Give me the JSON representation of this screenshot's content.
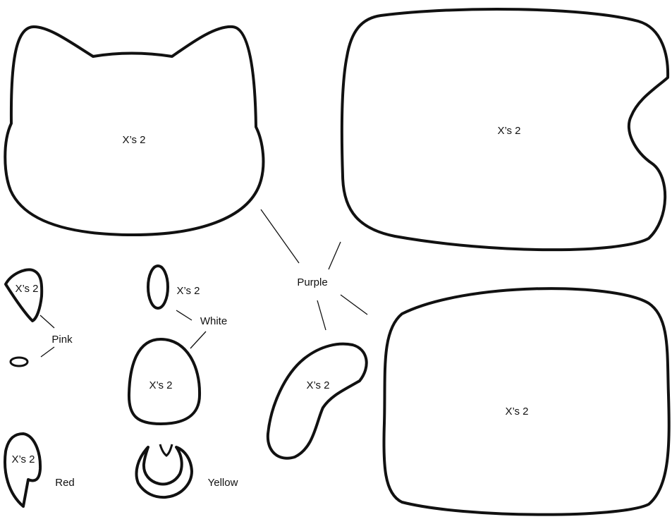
{
  "pieces": {
    "cat_head": "X’s 2",
    "big_body": "X’s 2",
    "ear_piece": "X’s 2",
    "eye_oval": "X’s 2",
    "belly": "X’s 2",
    "arm": "X’s 2",
    "lower_body": "X’s 2",
    "red_piece": "X’s 2"
  },
  "colors": {
    "purple": "Purple",
    "white": "White",
    "pink": "Pink",
    "red": "Red",
    "yellow": "Yellow"
  }
}
